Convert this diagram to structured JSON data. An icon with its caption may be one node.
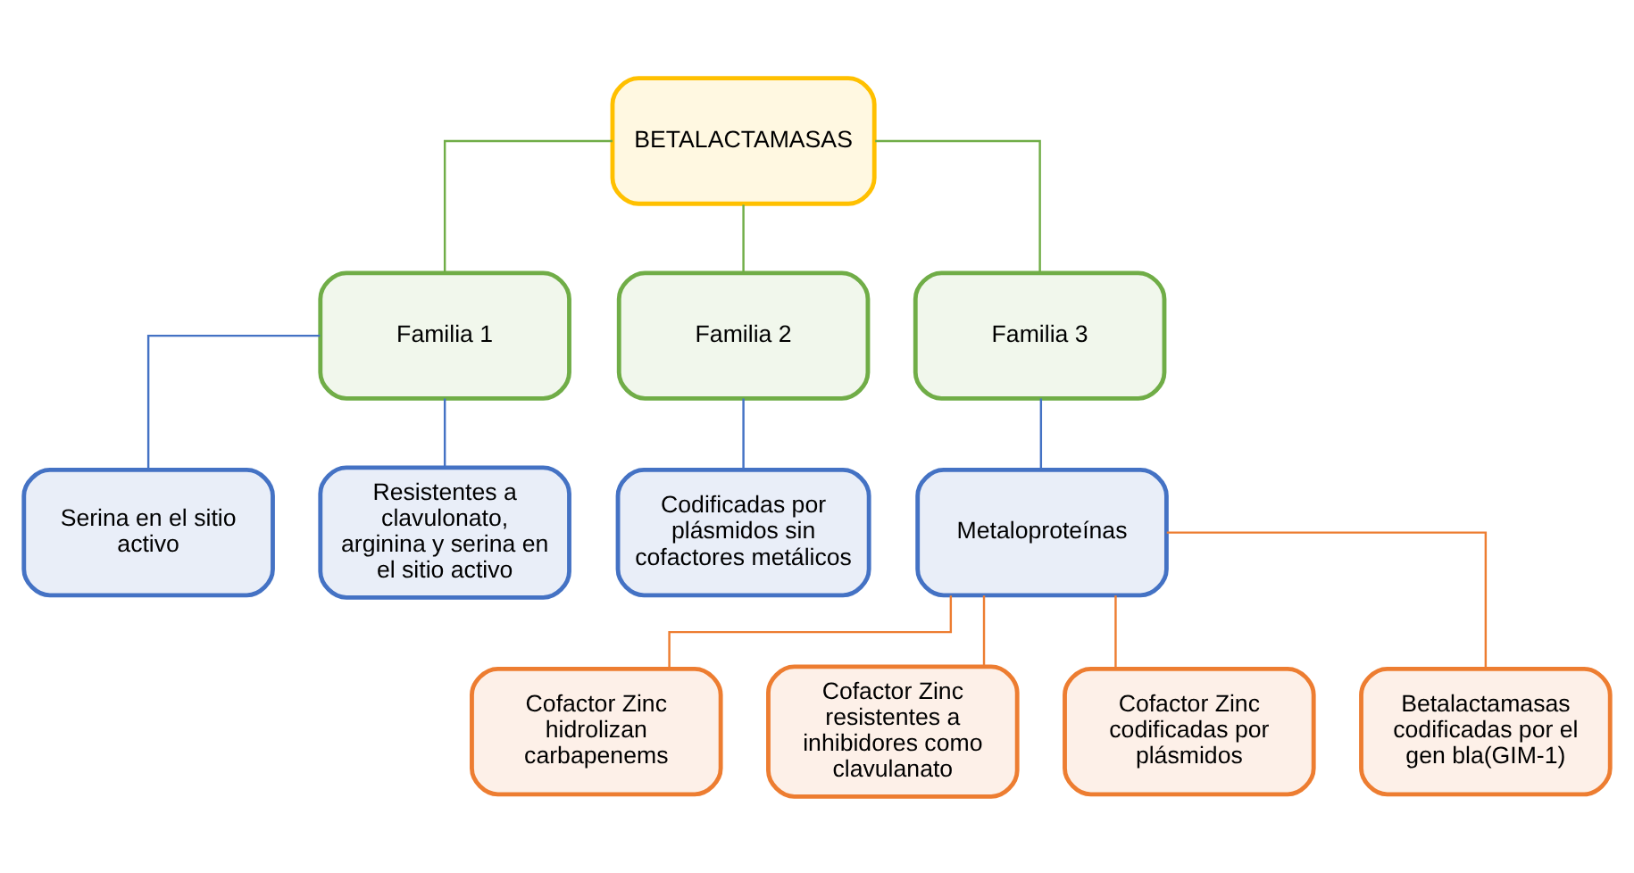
{
  "diagram": {
    "nodes": [
      {
        "text": [
          "BETALACTAMASAS"
        ]
      },
      {
        "text": [
          "Familia 1"
        ]
      },
      {
        "text": [
          "Familia 2"
        ]
      },
      {
        "text": [
          "Familia 3"
        ]
      },
      {
        "text": [
          "Serina en el sitio activo"
        ]
      },
      {
        "text": [
          "Resistentes a clavulonato, arginina y serina en el sitio activo"
        ]
      },
      {
        "text": [
          "Codificadas por plásmidos sin cofactores metálicos"
        ]
      },
      {
        "text": [
          "Metaloproteínas"
        ]
      },
      {
        "text": [
          "Cofactor Zinc hidrolizan carbapenems"
        ]
      },
      {
        "text": [
          "Cofactor Zinc resistentes a inhibidores como clavulanato"
        ]
      },
      {
        "text": [
          "Cofactor Zinc codificadas por plásmidos"
        ]
      },
      {
        "text": [
          "Betalactamasas codificadas por el gen bla(GIM-1)"
        ]
      }
    ],
    "edges": [
      {
        "from": 0,
        "to": 1,
        "arrow": "none",
        "color": "#70ad47"
      },
      {
        "from": 0,
        "to": 2,
        "arrow": "none",
        "color": "#70ad47"
      },
      {
        "from": 0,
        "to": 3,
        "arrow": "none",
        "color": "#70ad47"
      },
      {
        "from": 1,
        "to": 4,
        "arrow": "none",
        "color": "#4472c4"
      },
      {
        "from": 1,
        "to": 5,
        "arrow": "none",
        "color": "#4472c4"
      },
      {
        "from": 2,
        "to": 6,
        "arrow": "none",
        "color": "#4472c4"
      },
      {
        "from": 3,
        "to": 7,
        "arrow": "none",
        "color": "#4472c4"
      },
      {
        "from": 7,
        "to": 8,
        "arrow": "none",
        "color": "#ed7d31"
      },
      {
        "from": 7,
        "to": 9,
        "arrow": "none",
        "color": "#ed7d31"
      },
      {
        "from": 7,
        "to": 10,
        "arrow": "none",
        "color": "#ed7d31"
      },
      {
        "from": 7,
        "to": 11,
        "arrow": "none",
        "color": "#ed7d31"
      }
    ]
  }
}
